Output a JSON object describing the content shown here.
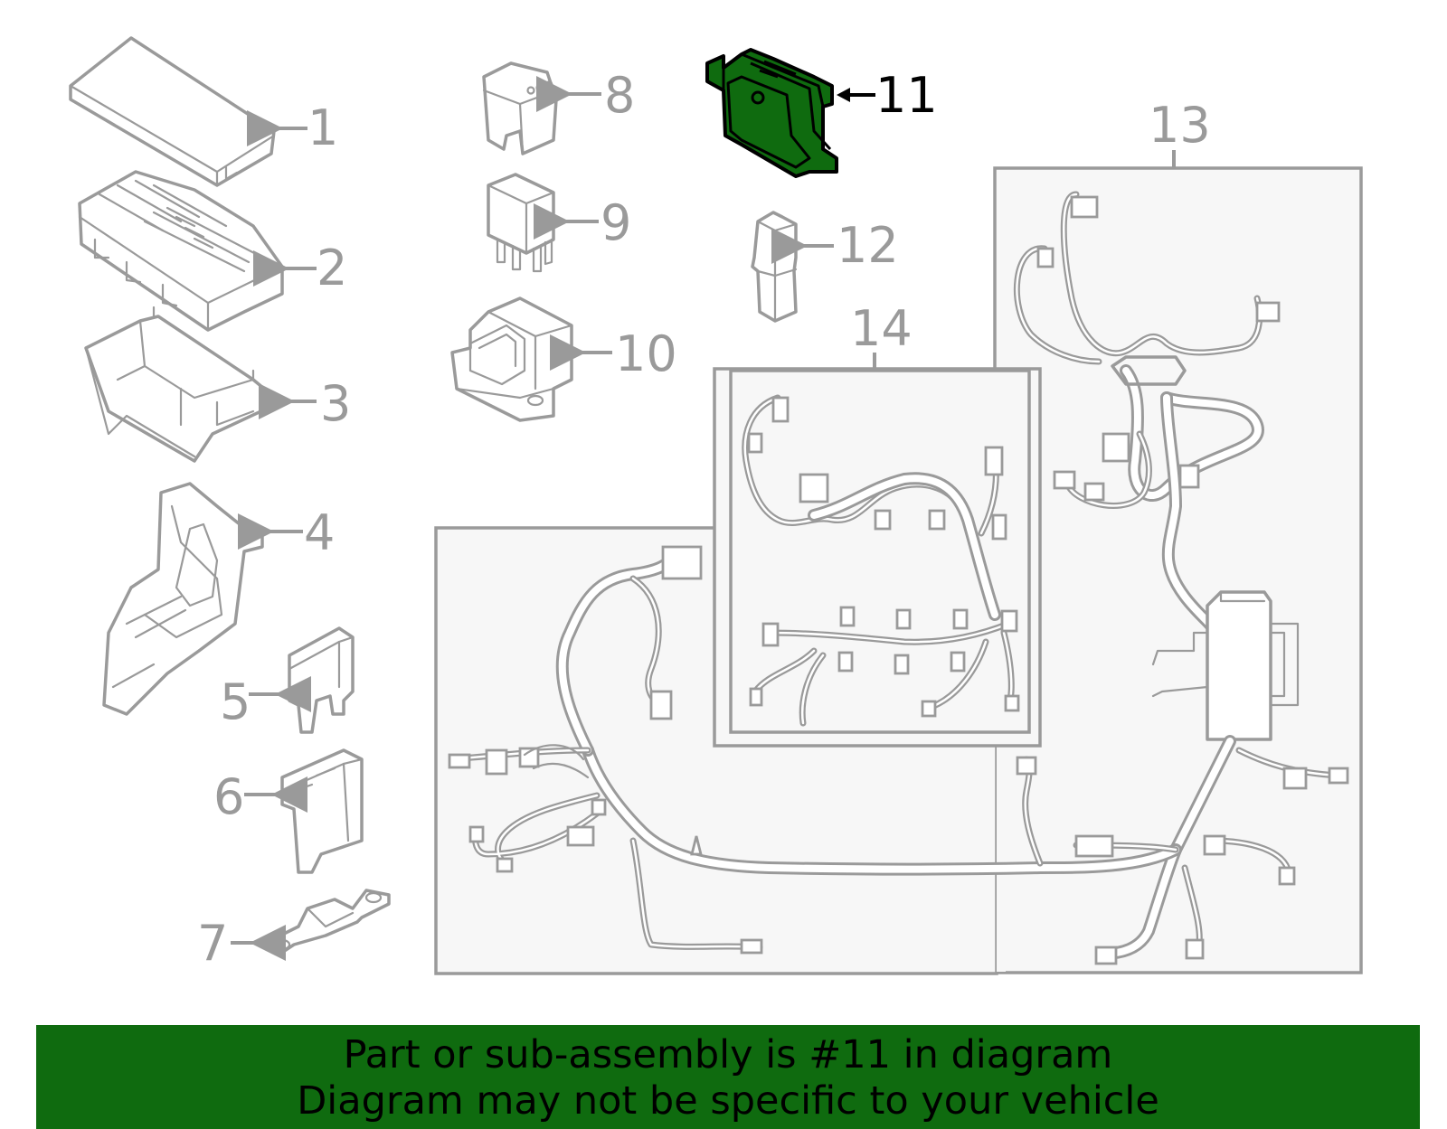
{
  "callouts": {
    "c1": "1",
    "c2": "2",
    "c3": "3",
    "c4": "4",
    "c5": "5",
    "c6": "6",
    "c7": "7",
    "c8": "8",
    "c9": "9",
    "c10": "10",
    "c11": "11",
    "c12": "12",
    "c13": "13",
    "c14": "14"
  },
  "highlighted_part": "11",
  "colors": {
    "highlight": "#0f6b0f",
    "line": "#9a9a9a",
    "banner": "#0f6b0f"
  },
  "banner": {
    "line1": "Part or sub-assembly is #11 in diagram",
    "line2": "Diagram may not be specific to your vehicle"
  }
}
